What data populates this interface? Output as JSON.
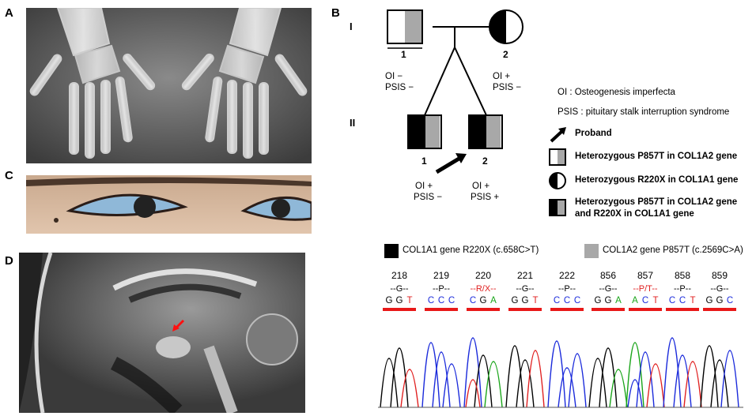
{
  "panels": {
    "A": "A",
    "B": "B",
    "C": "C",
    "D": "D"
  },
  "pedigree": {
    "generation_I": "I",
    "generation_II": "II",
    "I1": {
      "number": "1",
      "oi": "OI  −",
      "psis": "PSIS −"
    },
    "I2": {
      "number": "2",
      "oi": "OI  +",
      "psis": "PSIS −"
    },
    "II1": {
      "number": "1",
      "oi": "OI  +",
      "psis": "PSIS −"
    },
    "II2": {
      "number": "2",
      "oi": "OI  +",
      "psis": "PSIS +"
    }
  },
  "legend": {
    "oi_def": "OI : Osteogenesis imperfecta",
    "psis_def": "PSIS : pituitary stalk interruption syndrome",
    "proband": "Proband",
    "het_p857t": "Heterozygous P857T in COL1A2 gene",
    "het_r220x": "Heterozygous R220X in COL1A1 gene",
    "compound_line1": "Heterozygous P857T in COL1A2 gene",
    "compound_line2": "and R220X in COL1A1 gene"
  },
  "sequencing": {
    "col1a1_label": "COL1A1 gene R220X (c.658C>T)",
    "col1a2_label": "COL1A2 gene P857T (c.2569C>A)",
    "col1a1_codons": [
      {
        "num": "218",
        "aa": "--G--",
        "bases": [
          "G",
          "G",
          "T"
        ],
        "mutant": false
      },
      {
        "num": "219",
        "aa": "--P--",
        "bases": [
          "C",
          "C",
          "C"
        ],
        "mutant": false
      },
      {
        "num": "220",
        "aa": "--R/X--",
        "bases": [
          "C",
          "G",
          "A"
        ],
        "mutant": true
      },
      {
        "num": "221",
        "aa": "--G--",
        "bases": [
          "G",
          "G",
          "T"
        ],
        "mutant": false
      },
      {
        "num": "222",
        "aa": "--P--",
        "bases": [
          "C",
          "C",
          "C"
        ],
        "mutant": false
      }
    ],
    "col1a2_codons": [
      {
        "num": "856",
        "aa": "--G--",
        "bases": [
          "G",
          "G",
          "A"
        ],
        "mutant": false
      },
      {
        "num": "857",
        "aa": "--P/T--",
        "bases": [
          "A",
          "C",
          "T"
        ],
        "mutant": true
      },
      {
        "num": "858",
        "aa": "--P--",
        "bases": [
          "C",
          "C",
          "T"
        ],
        "mutant": false
      },
      {
        "num": "859",
        "aa": "--G--",
        "bases": [
          "G",
          "G",
          "C"
        ],
        "mutant": false
      }
    ]
  },
  "colors": {
    "base_G": "#000000",
    "base_C": "#1a2adb",
    "base_T": "#e02020",
    "base_A": "#1aa51a",
    "mutant_aa": "#e02020",
    "bar": "#e81818",
    "gray_fill": "#a8a8a8"
  }
}
